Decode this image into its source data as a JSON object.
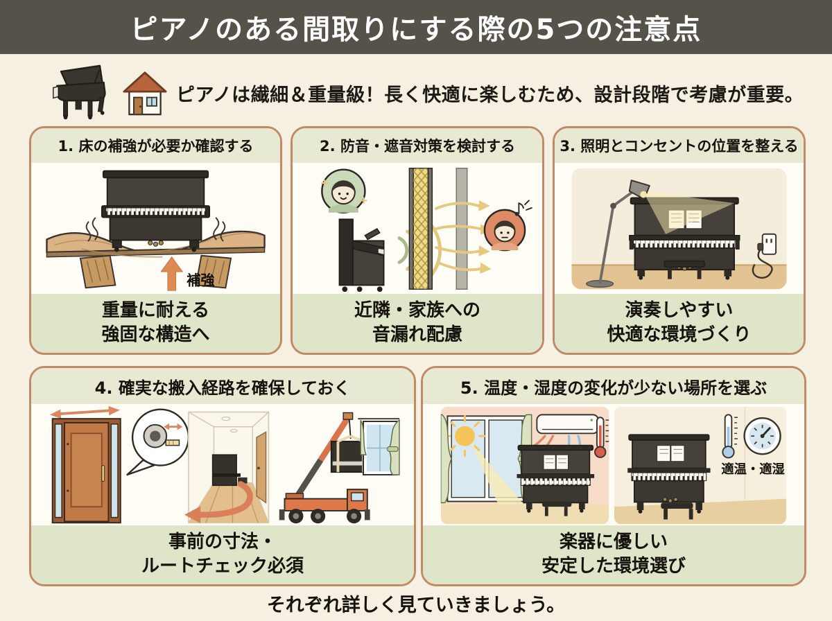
{
  "page": {
    "title": "ピアノのある間取りにする際の5つの注意点",
    "subtitle": "ピアノは繊細＆重量級！長く快適に楽しむため、設計段階で考慮が重要。",
    "footer": "それぞれ詳しく見ていきましょう。"
  },
  "icons": {
    "grand_piano": "grand-piano-icon",
    "house": "house-icon",
    "leaf_watermark": "leaf-watermark-icon"
  },
  "colors": {
    "title_bar_bg": "#55524a",
    "title_text": "#ffffff",
    "page_bg": "#f5f0e1",
    "card_border": "#c08a66",
    "card_header_bg": "#e7e9d3",
    "card_caption_bg": "#dfe5c9",
    "accent_orange": "#dd8a54",
    "text": "#16130f"
  },
  "cards": [
    {
      "title": "1. 床の補強が必要か確認する",
      "caption_line1": "重量に耐える",
      "caption_line2": "強固な構造へ",
      "label": "補強"
    },
    {
      "title": "2. 防音・遮音対策を検討する",
      "caption_line1": "近隣・家族への",
      "caption_line2": "音漏れ配慮"
    },
    {
      "title": "3. 照明とコンセントの位置を整える",
      "caption_line1": "演奏しやすい",
      "caption_line2": "快適な環境づくり"
    },
    {
      "title": "4. 確実な搬入経路を確保しておく",
      "caption_line1": "事前の寸法・",
      "caption_line2": "ルートチェック必須"
    },
    {
      "title": "5. 温度・湿度の変化が少ない場所を選ぶ",
      "caption_line1": "楽器に優しい",
      "caption_line2": "安定した環境選び",
      "label": "適温・適湿"
    }
  ]
}
